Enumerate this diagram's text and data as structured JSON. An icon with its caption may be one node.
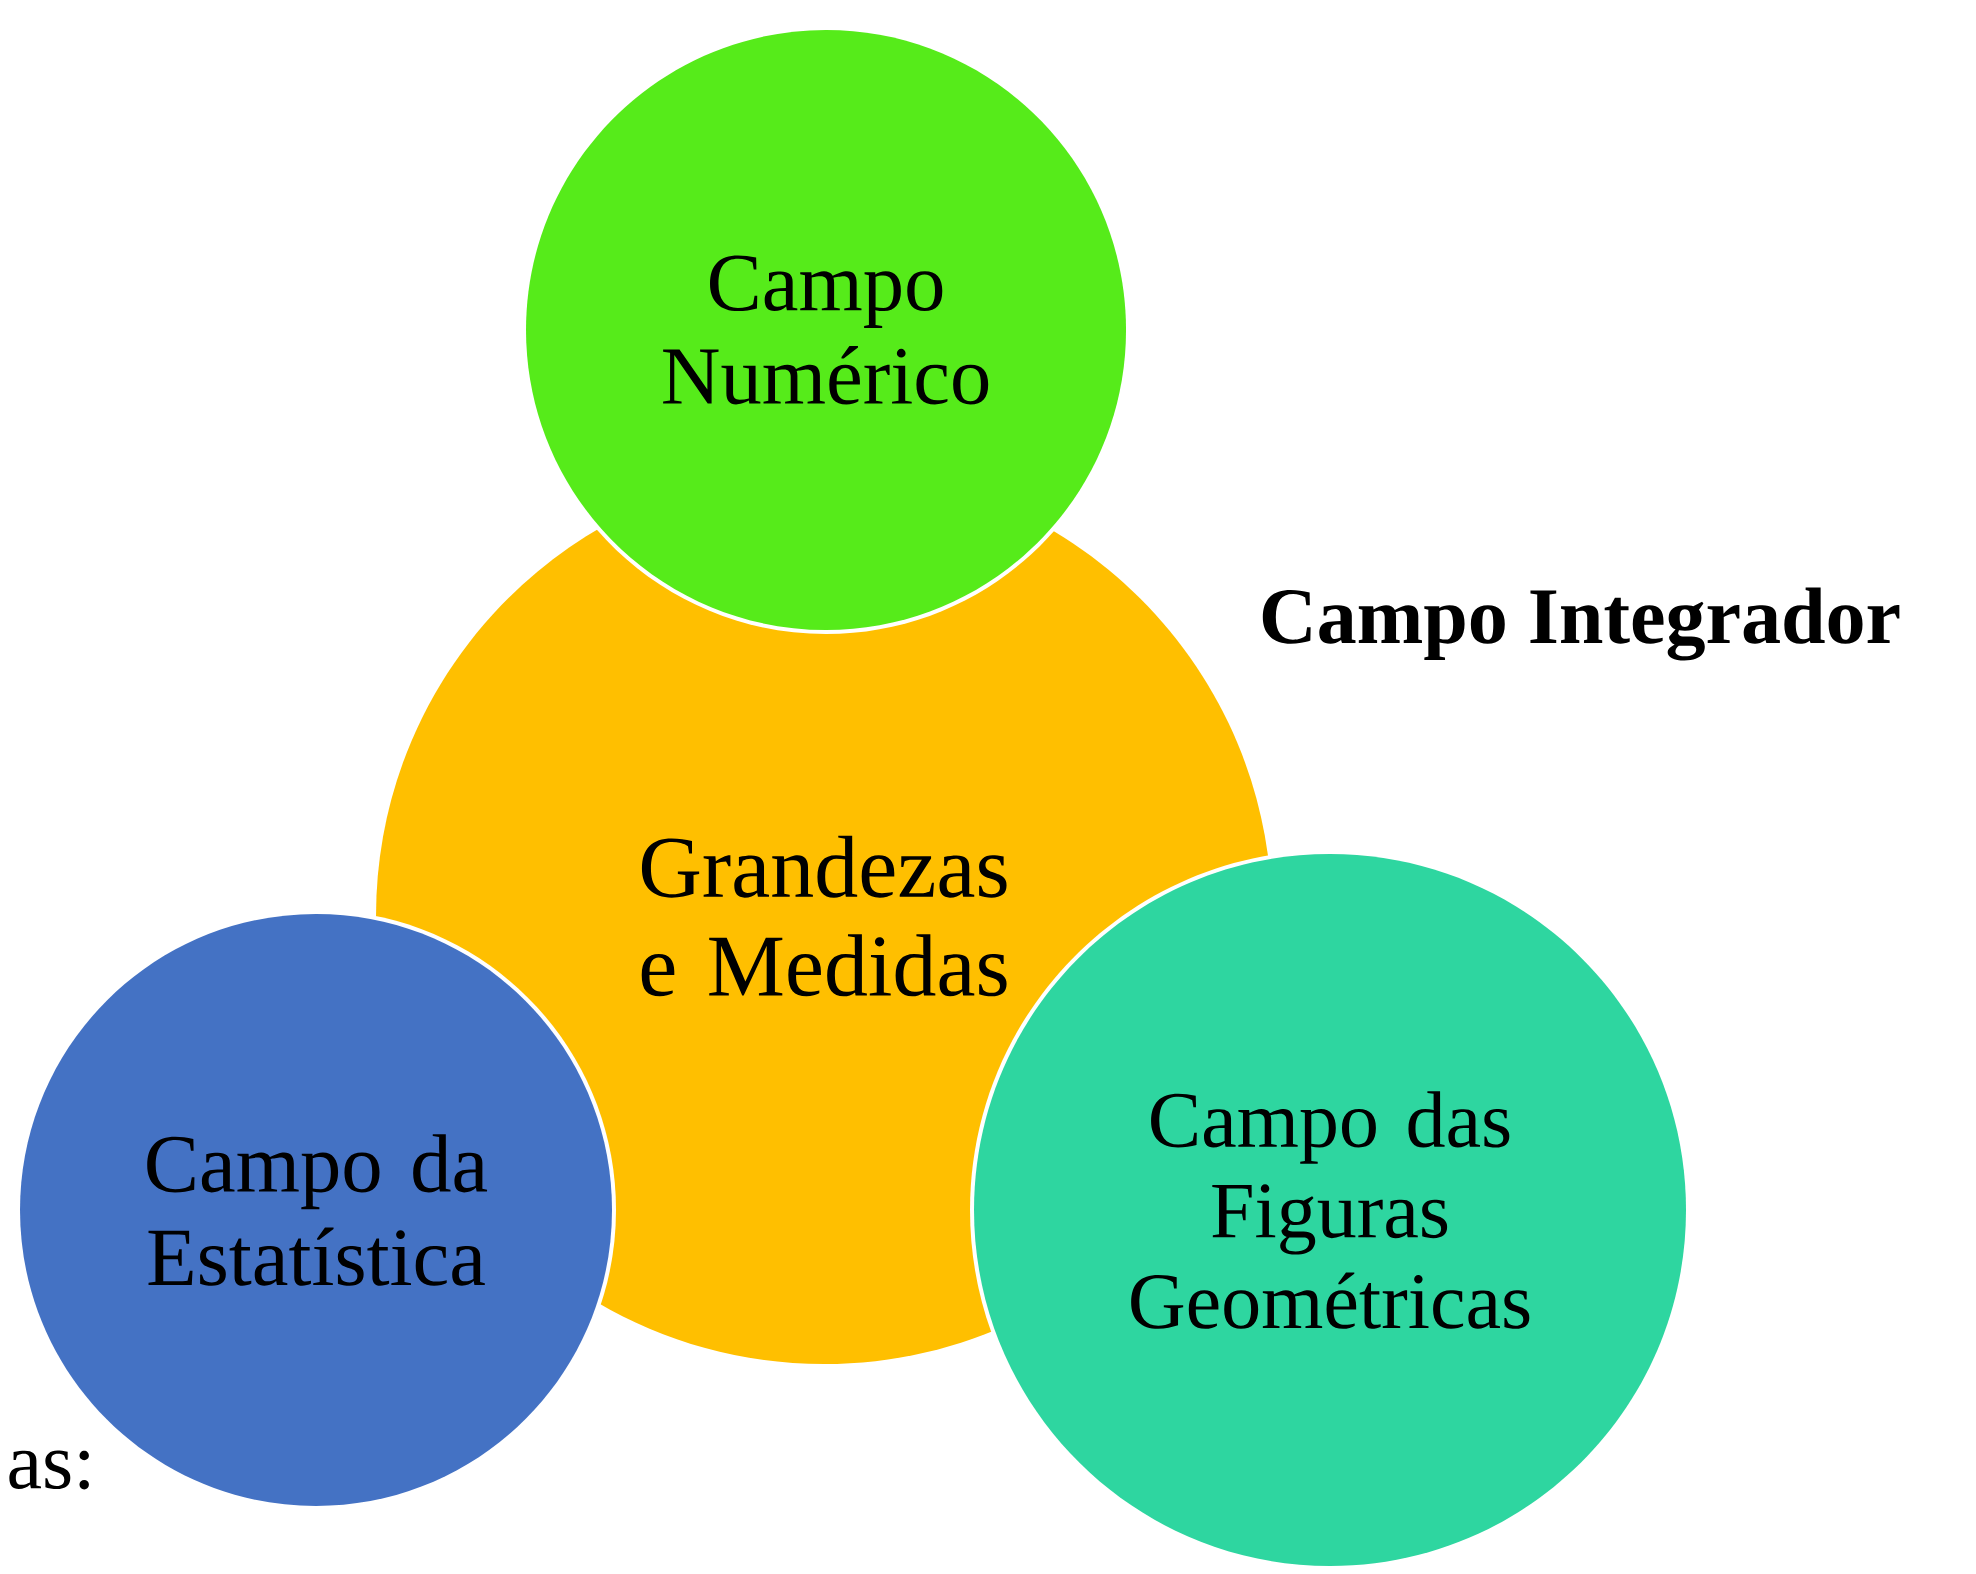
{
  "diagram": {
    "nodes": [
      {
        "text": [
          "Campo Numérico"
        ]
      },
      {
        "text": [
          "Grandezas e Medidas"
        ]
      },
      {
        "text": [
          "Campo da Estatística"
        ]
      },
      {
        "text": [
          "Campo das Figuras Geométricas"
        ]
      }
    ],
    "labels": [
      "Campo Integrador",
      "as:"
    ]
  }
}
